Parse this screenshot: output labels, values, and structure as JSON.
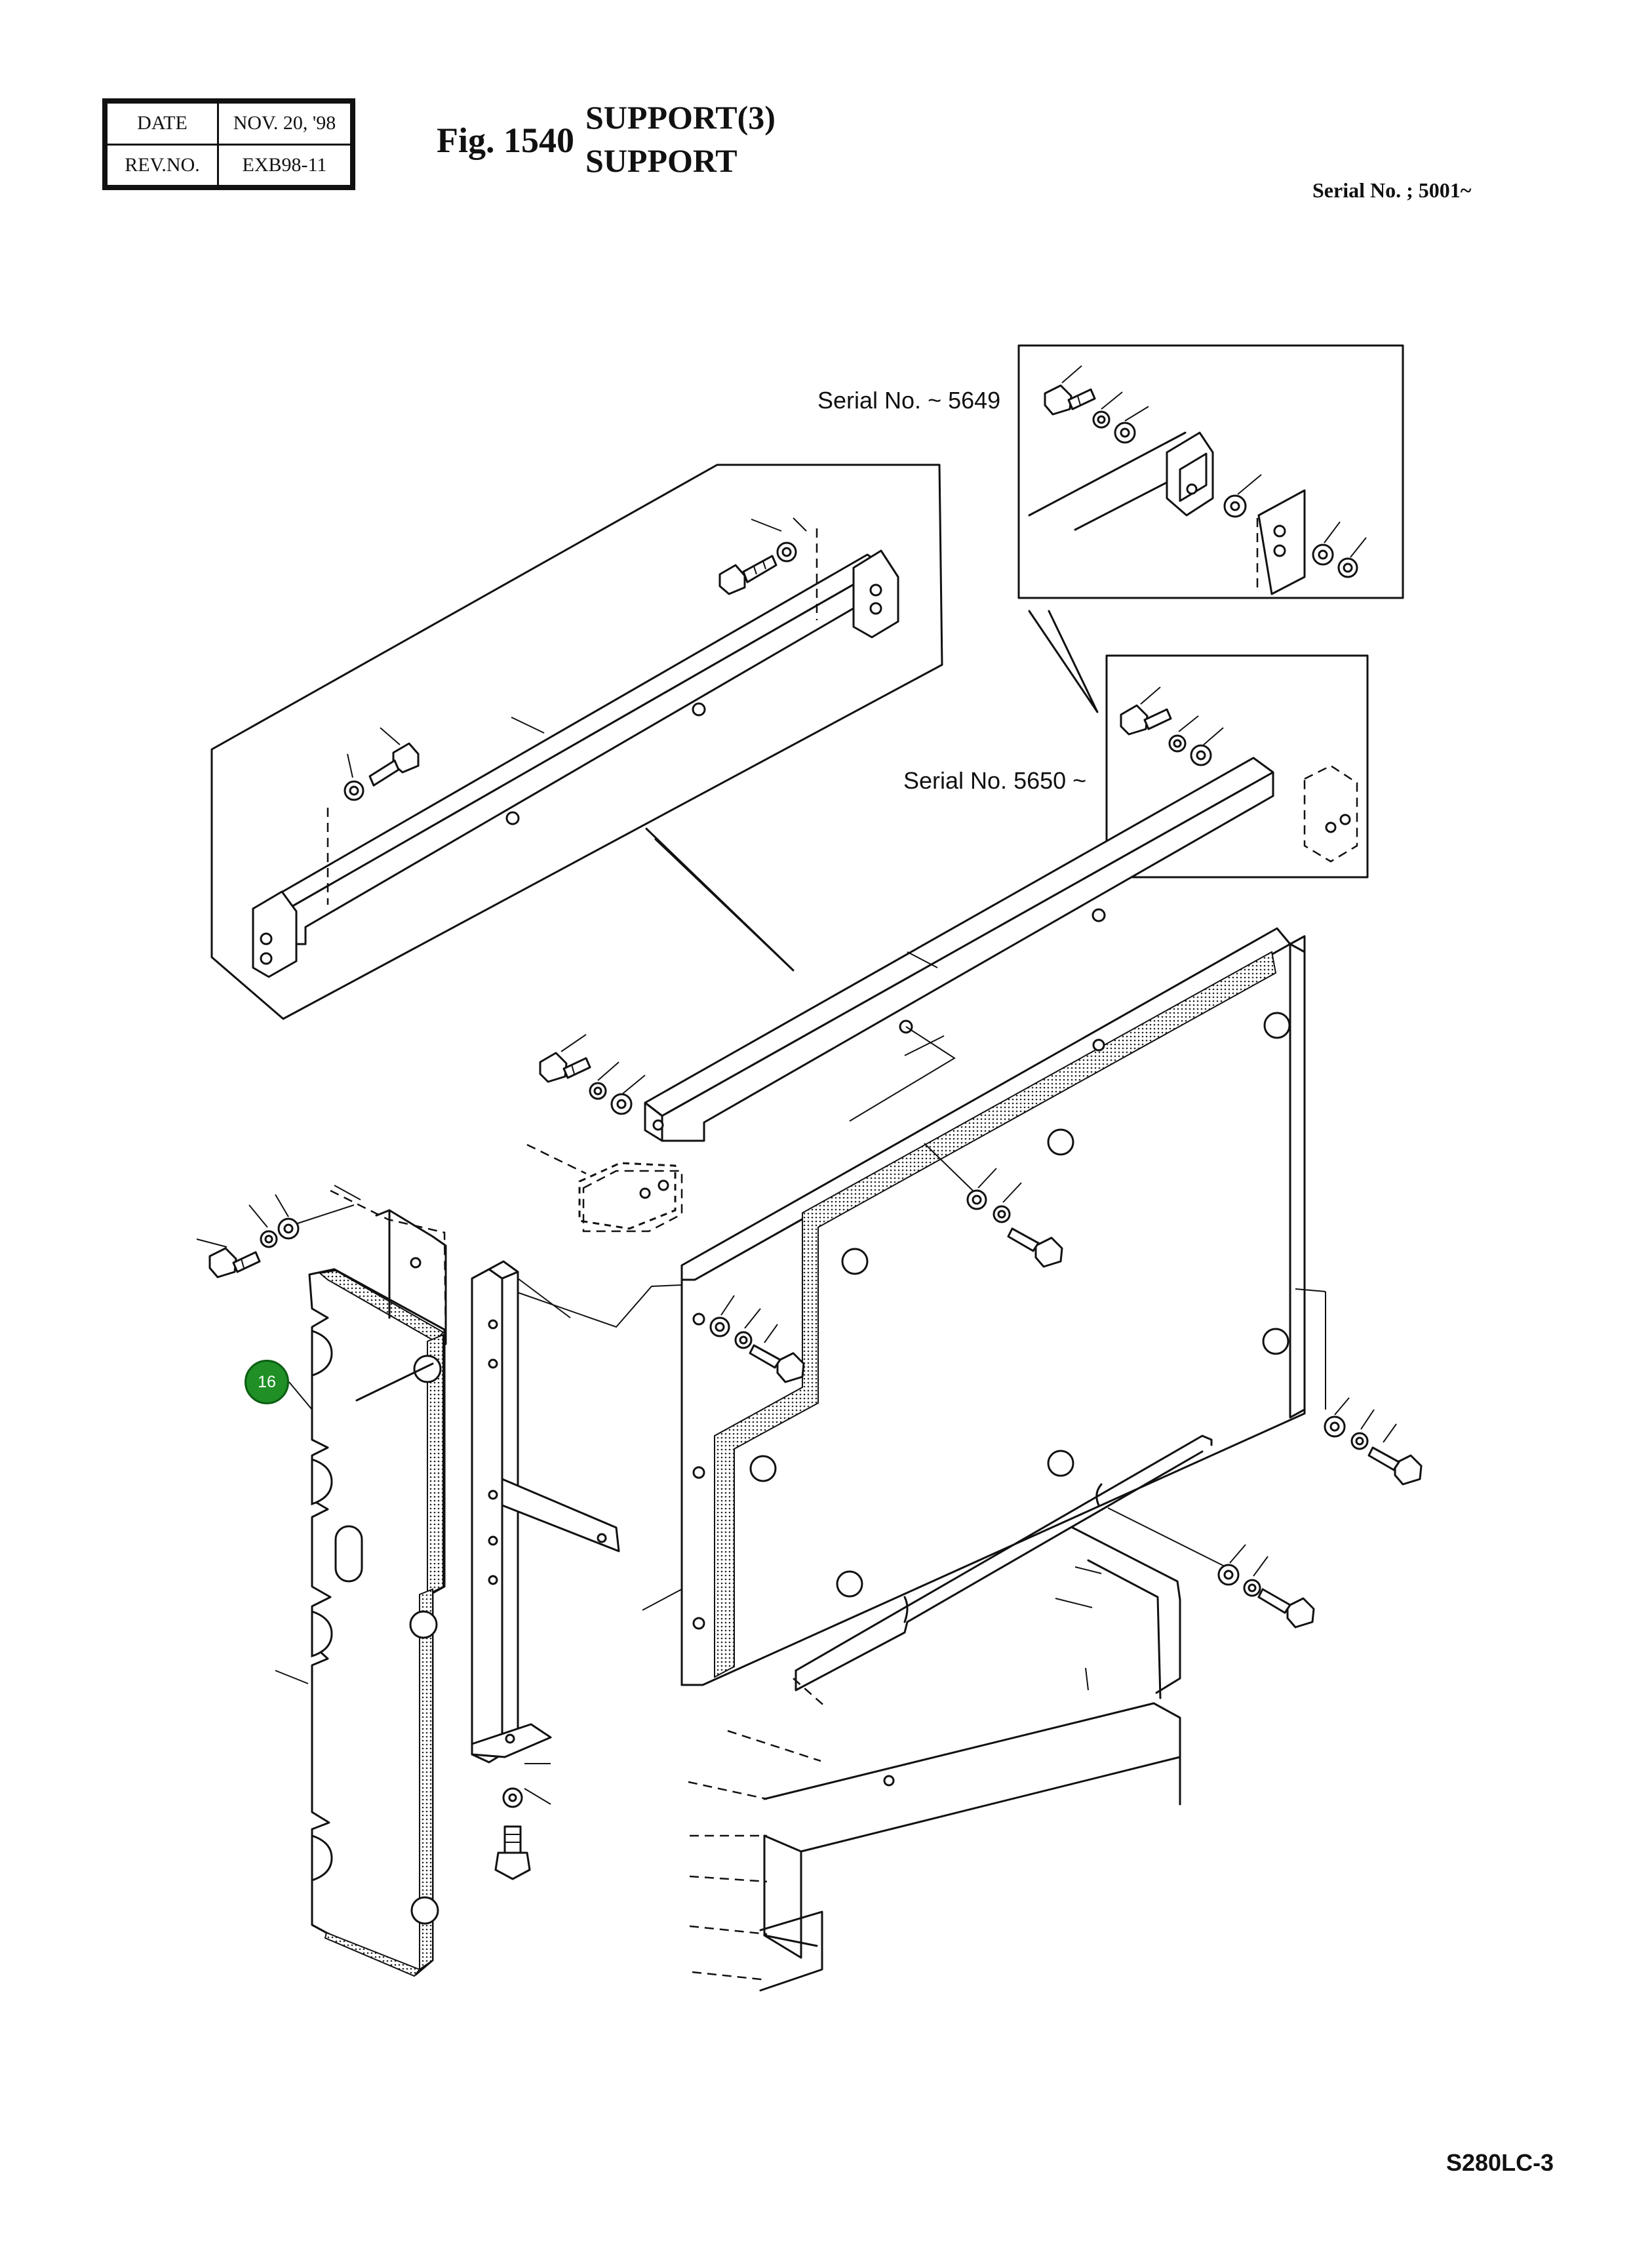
{
  "header": {
    "date_label": "DATE",
    "date_value": "NOV. 20, '98",
    "rev_label": "REV.NO.",
    "rev_value": "EXB98-11",
    "figure_number": "Fig. 1540",
    "title_line1": "SUPPORT(3)",
    "title_line2": "SUPPORT",
    "serial_range": "Serial No. ; 5001~"
  },
  "diagram": {
    "callout_old": "Serial No. ~ 5649",
    "callout_new": "Serial No. 5650 ~",
    "part_badge": "16",
    "badge_color": "#1f8f26"
  },
  "footer": {
    "model": "S280LC-3"
  }
}
